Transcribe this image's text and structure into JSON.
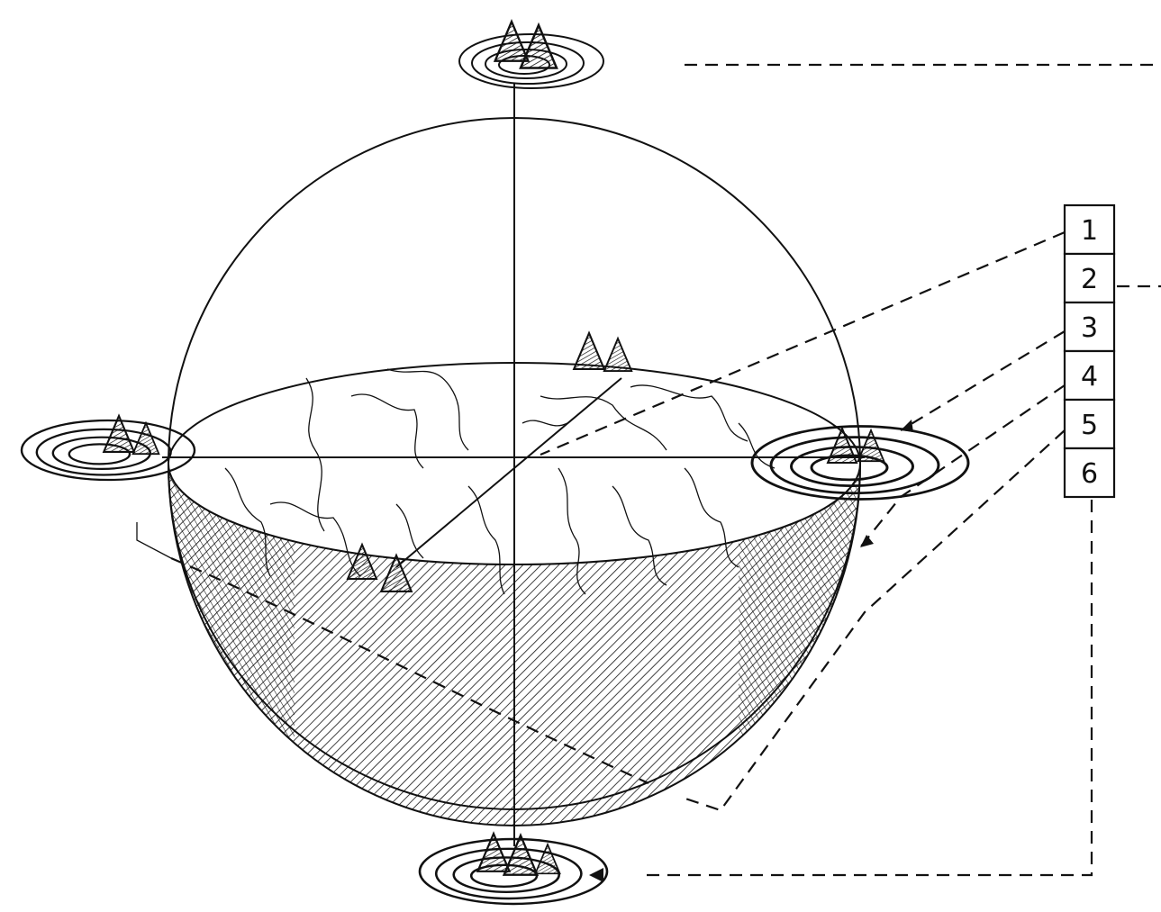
{
  "legend": {
    "items": [
      {
        "label": "1"
      },
      {
        "label": "2"
      },
      {
        "label": "3"
      },
      {
        "label": "4"
      },
      {
        "label": "5"
      },
      {
        "label": "6"
      }
    ]
  },
  "colors": {
    "ink": "#111111",
    "background": "#ffffff"
  },
  "icons": {
    "pyramid": "pyramid-cluster-icon",
    "vortex": "spiral-vortex-icon"
  }
}
